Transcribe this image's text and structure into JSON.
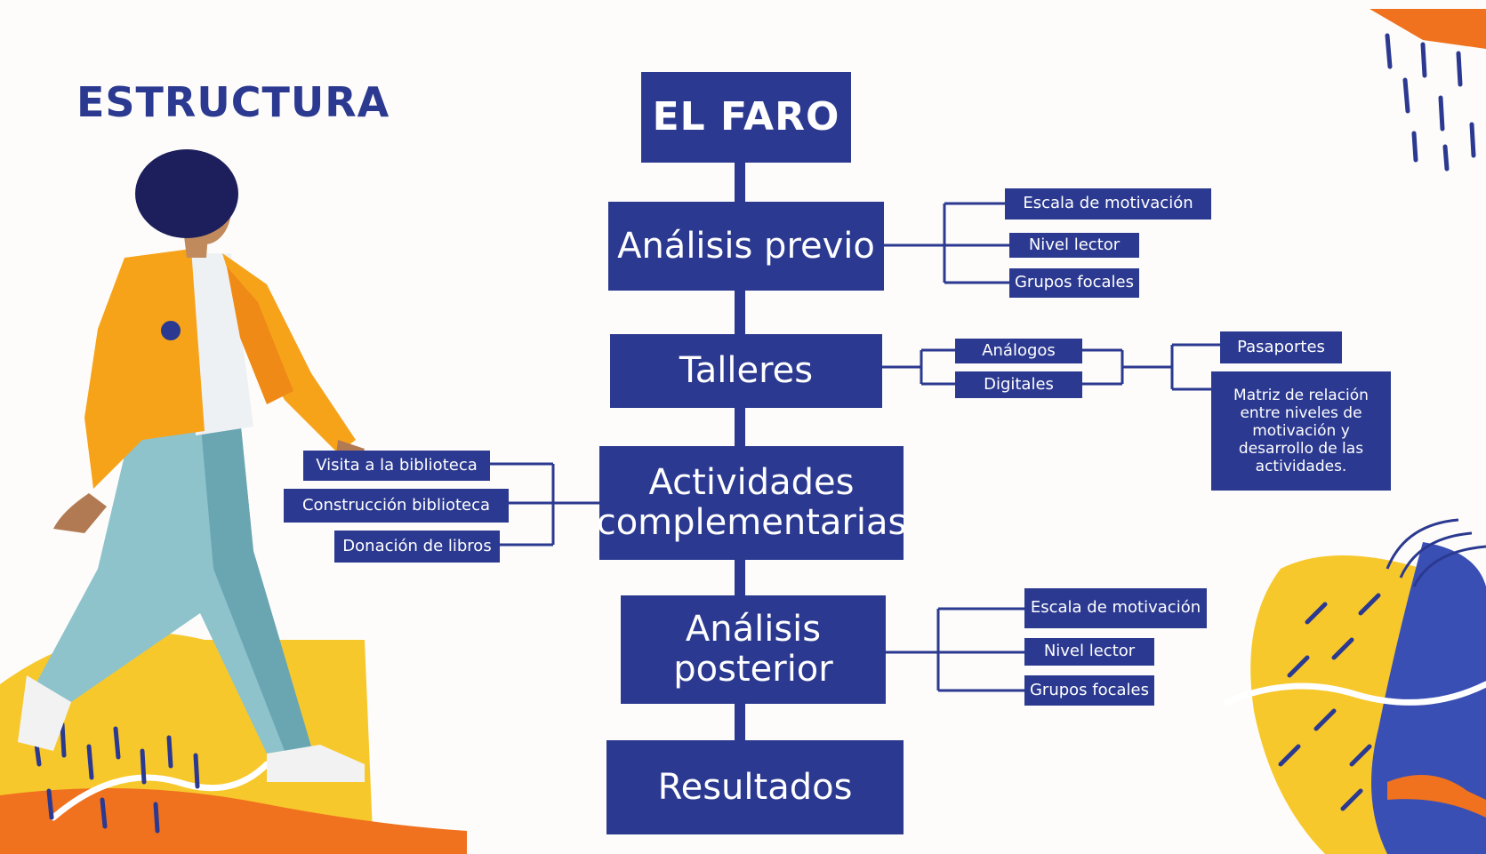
{
  "page_title": "ESTRUCTURA",
  "colors": {
    "primary": "#2b3990",
    "orange": "#f0711e",
    "yellow": "#f7c82c",
    "jacket": "#f6a31a",
    "pants": "#8ec3cc",
    "background": "#fdfcfa"
  },
  "diagram": {
    "root": "EL FARO",
    "analisis_previo": {
      "label": "Análisis previo",
      "items": [
        "Escala de motivación",
        "Nivel lector",
        "Grupos focales"
      ]
    },
    "talleres": {
      "label": "Talleres",
      "types": [
        "Análogos",
        "Digitales"
      ],
      "outputs": [
        "Pasaportes",
        "Matriz de relación entre niveles de motivación y desarrollo de las actividades."
      ]
    },
    "actividades": {
      "label_line1": "Actividades",
      "label_line2": "complementarias",
      "items": [
        "Visita a la biblioteca",
        "Construcción biblioteca",
        "Donación de libros"
      ]
    },
    "analisis_posterior": {
      "label_line1": "Análisis",
      "label_line2": "posterior",
      "items": [
        "Escala de motivación",
        "Nivel lector",
        "Grupos focales"
      ]
    },
    "resultados": "Resultados"
  }
}
